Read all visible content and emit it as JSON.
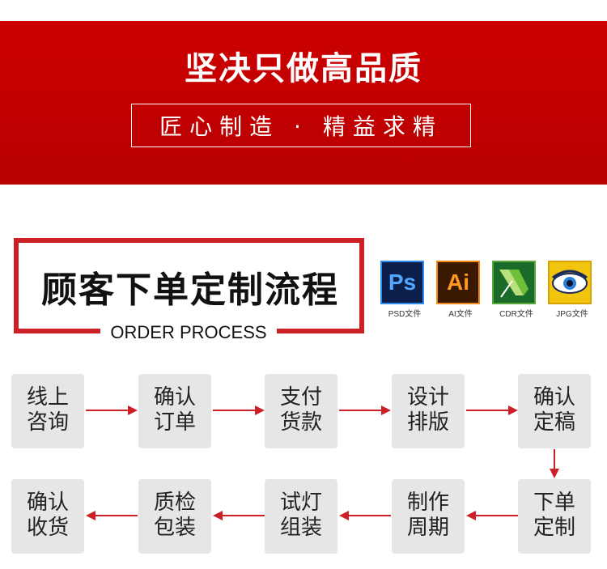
{
  "banner": {
    "title": "坚决只做高品质",
    "slogan": "匠心制造 · 精益求精"
  },
  "process": {
    "title": "顾客下单定制流程",
    "subtitle": "ORDER PROCESS"
  },
  "file_formats": [
    {
      "name": "ps-icon",
      "glyph": "Ps",
      "caption": "PSD文件"
    },
    {
      "name": "ai-icon",
      "glyph": "Ai",
      "caption": "AI文件"
    },
    {
      "name": "cdr-icon",
      "glyph": "",
      "caption": "CDR文件"
    },
    {
      "name": "jpg-icon",
      "glyph": "",
      "caption": "JPG文件"
    }
  ],
  "steps": [
    {
      "line1": "线上",
      "line2": "咨询"
    },
    {
      "line1": "确认",
      "line2": "订单"
    },
    {
      "line1": "支付",
      "line2": "货款"
    },
    {
      "line1": "设计",
      "line2": "排版"
    },
    {
      "line1": "确认",
      "line2": "定稿"
    },
    {
      "line1": "下单",
      "line2": "定制"
    },
    {
      "line1": "制作",
      "line2": "周期"
    },
    {
      "line1": "试灯",
      "line2": "组装"
    },
    {
      "line1": "质检",
      "line2": "包装"
    },
    {
      "line1": "确认",
      "line2": "收货"
    }
  ],
  "colors": {
    "accent": "#cc0000",
    "step_bg": "#e6e6e6"
  }
}
